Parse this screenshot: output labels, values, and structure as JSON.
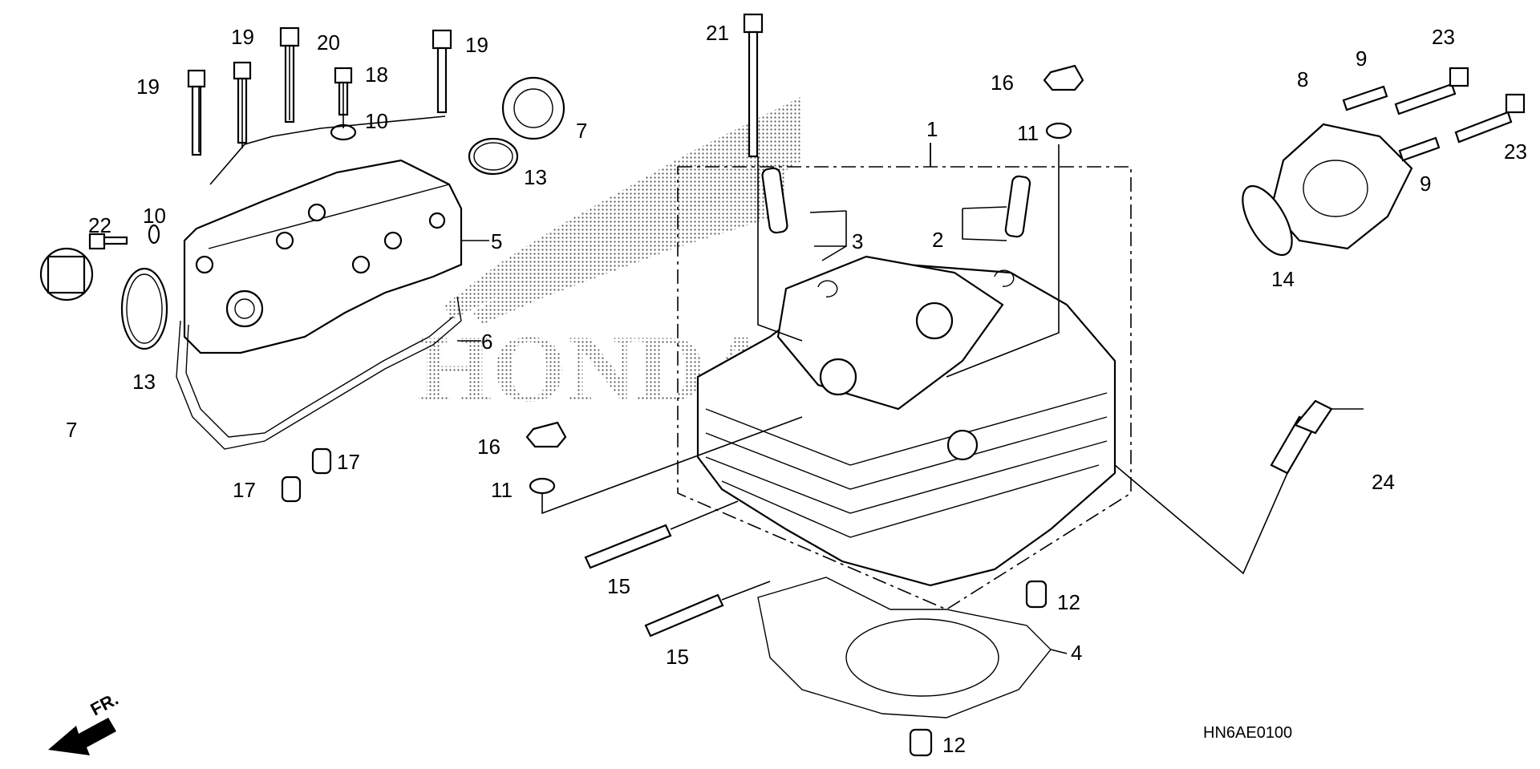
{
  "diagram": {
    "code": "HN6AE0100",
    "direction_label": "FR.",
    "logo_text": "HONDA",
    "callouts": [
      "1",
      "2",
      "3",
      "4",
      "5",
      "6",
      "7",
      "7",
      "8",
      "9",
      "9",
      "10",
      "10",
      "11",
      "11",
      "12",
      "12",
      "13",
      "13",
      "14",
      "15",
      "15",
      "16",
      "16",
      "17",
      "17",
      "18",
      "19",
      "19",
      "19",
      "20",
      "21",
      "22",
      "23",
      "23",
      "24"
    ]
  }
}
